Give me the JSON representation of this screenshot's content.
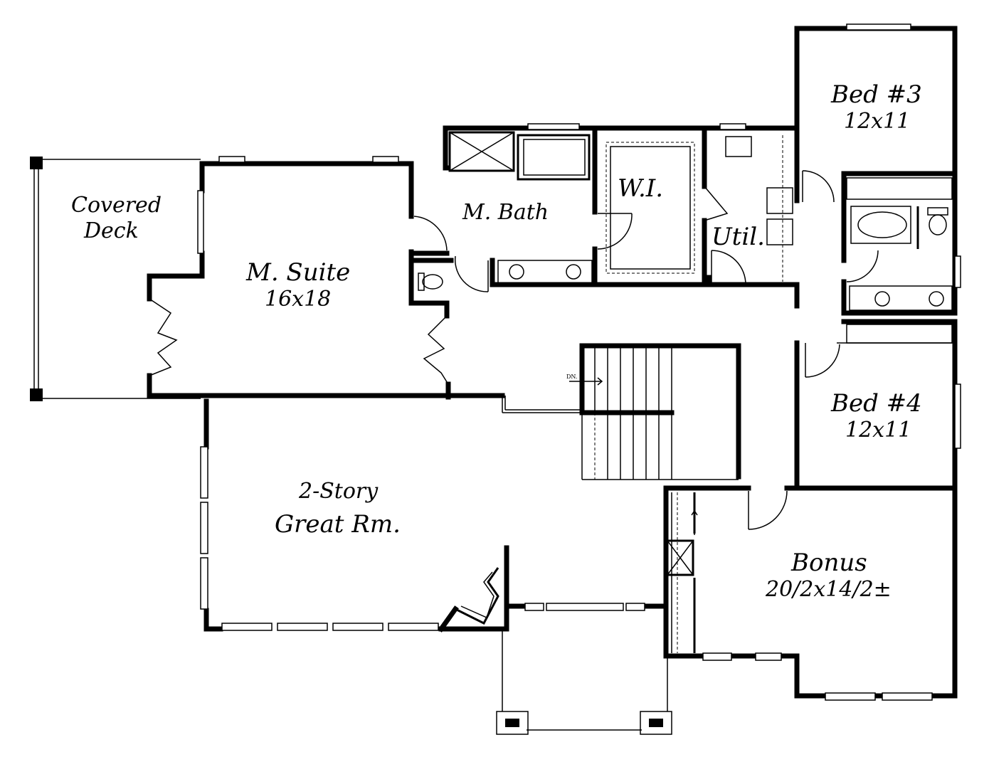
{
  "rooms": {
    "covered_deck": {
      "line1": "Covered",
      "line2": "Deck"
    },
    "master_suite": {
      "name": "M. Suite",
      "size": "16x18"
    },
    "master_bath": {
      "name": "M. Bath"
    },
    "walk_in": {
      "name": "W.I."
    },
    "utility": {
      "name": "Util."
    },
    "bed3": {
      "name": "Bed #3",
      "size": "12x11"
    },
    "bed4": {
      "name": "Bed #4",
      "size": "12x11"
    },
    "great_room": {
      "line1": "2-Story",
      "line2": "Great Rm."
    },
    "bonus": {
      "name": "Bonus",
      "size": "20/2x14/2±"
    }
  },
  "stairs": {
    "label": "DN."
  }
}
